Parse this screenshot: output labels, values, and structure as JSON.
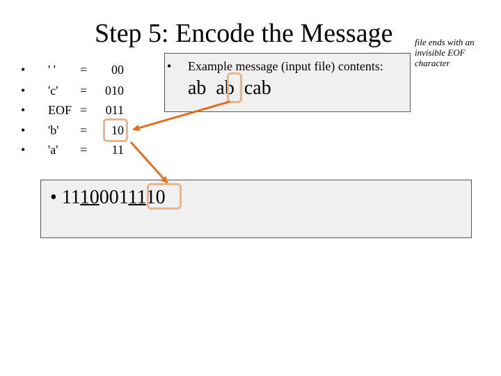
{
  "title": "Step 5: Encode the Message",
  "side_note": [
    "file ends with an",
    "invisible EOF",
    "character"
  ],
  "encoding": [
    {
      "symbol": "' '",
      "eq": "=",
      "code": "00"
    },
    {
      "symbol": "'c'",
      "eq": "=",
      "code": "010"
    },
    {
      "symbol": "EOF",
      "eq": "=",
      "code": "011"
    },
    {
      "symbol": "'b'",
      "eq": "=",
      "code": "10"
    },
    {
      "symbol": "'a'",
      "eq": "=",
      "code": "11"
    }
  ],
  "bullet": "•",
  "message": {
    "label": "Example message (input file) contents:",
    "contents": "ab  ab  cab"
  },
  "bits": {
    "part1": "11",
    "part2": "10",
    "part3": "001",
    "part4": "11",
    "part5": "10"
  },
  "colors": {
    "highlight": "#e8b48c",
    "arrow": "#e07020",
    "box_fill": "#f0f0f0"
  }
}
